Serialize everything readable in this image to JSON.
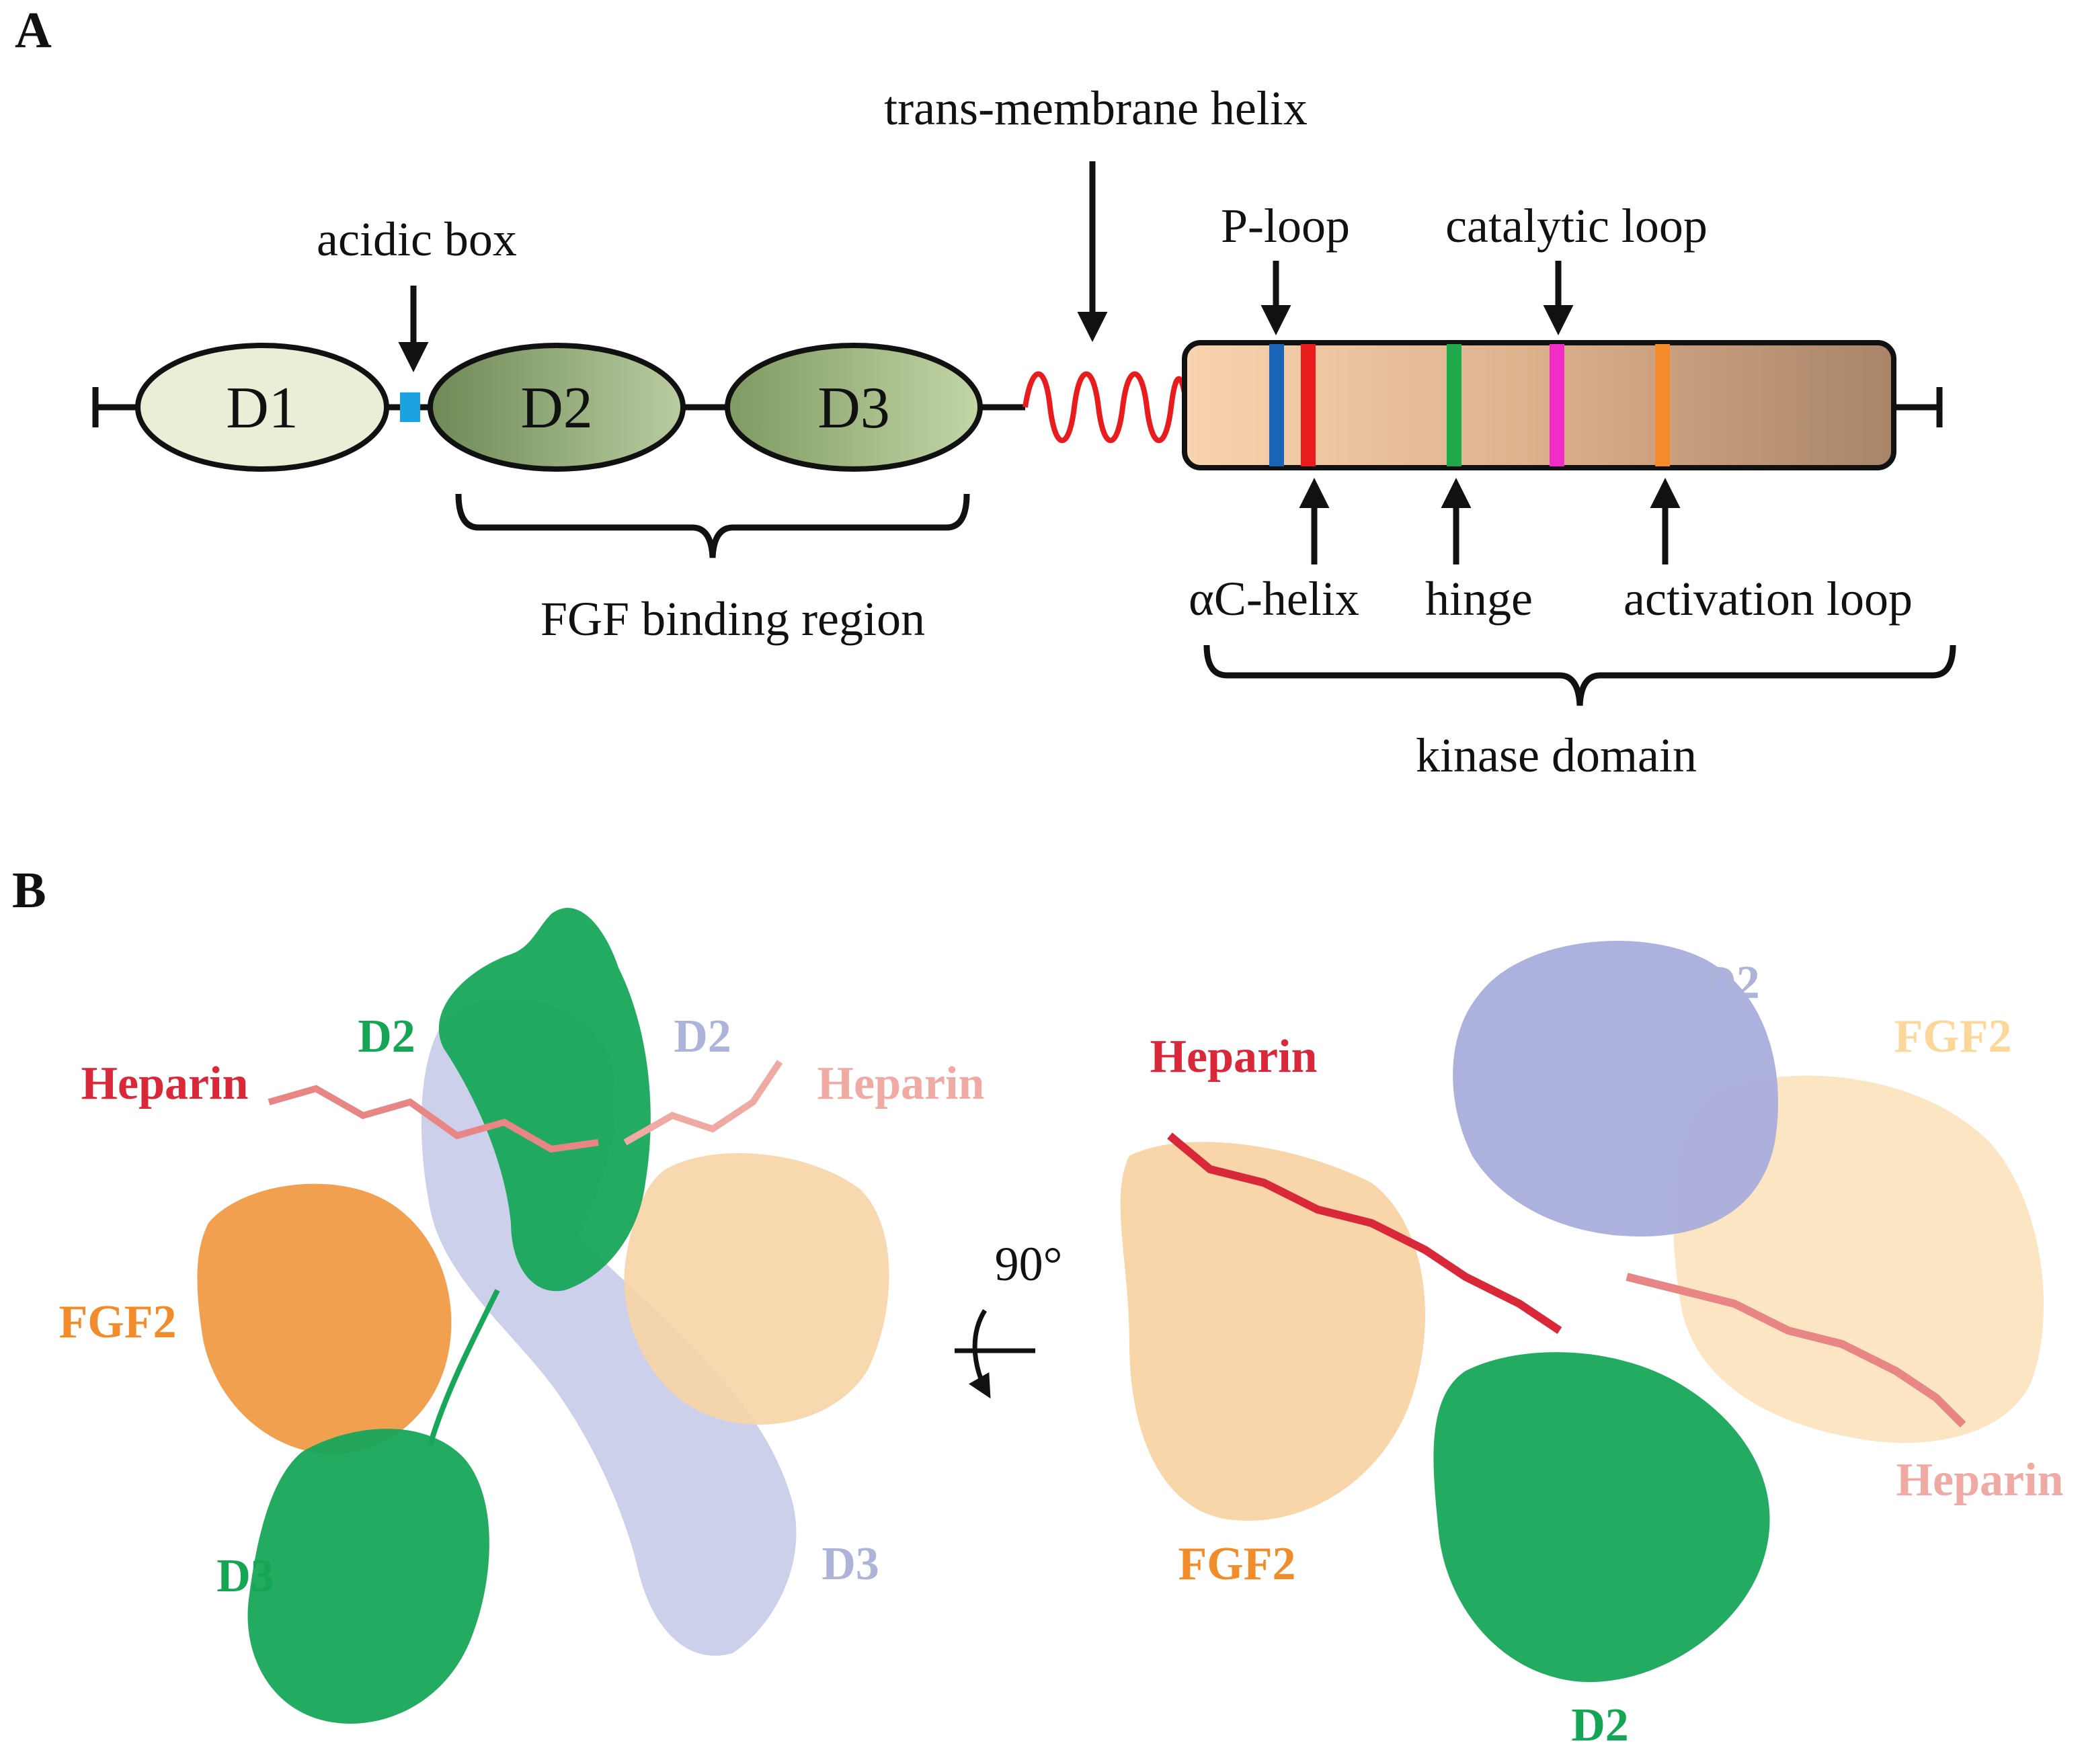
{
  "panels": {
    "a": "A",
    "b": "B"
  },
  "panel_a": {
    "domains": {
      "d1": "D1",
      "d2": "D2",
      "d3": "D3"
    },
    "labels": {
      "acidic_box": "acidic box",
      "transmembrane": "trans-membrane helix",
      "p_loop": "P-loop",
      "catalytic_loop": "catalytic loop",
      "ac_helix": "αC-helix",
      "hinge": "hinge",
      "activation_loop": "activation loop",
      "fgf_binding_region": "FGF binding region",
      "kinase_domain": "kinase domain"
    },
    "colors": {
      "d1": "#e8efd6",
      "d2": "#8fa873",
      "d3": "#a3bf84",
      "acidic_box": "#1aa3e0",
      "tm_helix": "#e81c1c",
      "kinase_light": "#f6cda6",
      "kinase_dark": "#a88468",
      "p_loop": "#1a64b8",
      "ac_helix": "#e81c1c",
      "hinge": "#1fa94a",
      "catalytic_loop": "#f22cc7",
      "activation_loop": "#f58a2a"
    }
  },
  "panel_b": {
    "rotation": "90°",
    "left_view": {
      "d2_green": "D2",
      "d2_lavender": "D2",
      "heparin_red": "Heparin",
      "heparin_pink": "Heparin",
      "fgf2": "FGF2",
      "d3_green": "D3",
      "d3_lavender": "D3"
    },
    "right_view": {
      "heparin_red": "Heparin",
      "d2_lavender": "D2",
      "fgf2_light": "FGF2",
      "fgf2_orange": "FGF2",
      "heparin_pink": "Heparin",
      "d2_green": "D2"
    },
    "colors": {
      "green": "#14a654",
      "lavender": "#aeb3da",
      "orange": "#f08c2a",
      "light_orange": "#f7cc93",
      "red": "#d9283a",
      "pink": "#f0aaa4",
      "yellow_label": "#fbd89a"
    }
  }
}
